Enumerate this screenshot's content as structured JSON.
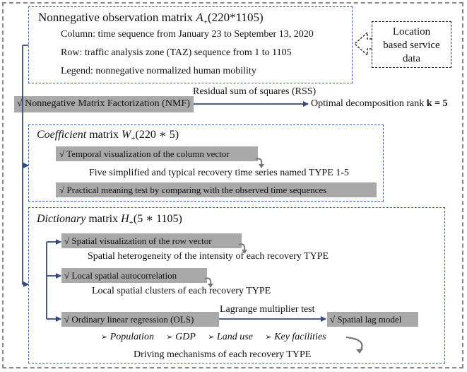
{
  "obs": {
    "title": "Nonnegative observation matrix",
    "symbol": "A",
    "subscript": "+",
    "dims": "(220*1105)",
    "column": "Column: time sequence from January 23 to September 13, 2020",
    "row": "Row: traffic analysis zone (TAZ) sequence from 1 to 1105",
    "legend": "Legend: nonnegative normalized human mobility"
  },
  "lbs": {
    "line1": "Location",
    "line2": "based service",
    "line3": "data"
  },
  "nmf": {
    "label": "√ Nonnegative Matrix Factorization (NMF)",
    "rss": "Residual sum of squares (RSS)",
    "optimal": "Optimal decomposition rank",
    "rank": "k = 5"
  },
  "coef": {
    "title_italic": "Coefficient",
    "title_rest": " matrix",
    "symbol": "W",
    "subscript": "+",
    "dims": "(220 ∗ 5)",
    "item1": "√ Temporal visualization of the column vector",
    "item1_note": "Five simplified and typical recovery time series named TYPE 1-5",
    "item2": "√ Practical meaning test by comparing with the observed time sequences"
  },
  "dict": {
    "title_italic": "Dictionary",
    "title_rest": " matrix",
    "symbol": "H",
    "subscript": "+",
    "dims": "(5 ∗ 1105)",
    "item1": "√ Spatial visualization of the row vector",
    "item1_note": "Spatial heterogeneity of the intensity of each recovery TYPE",
    "item2": "√ Local spatial autocorrelation",
    "item2_note": "Local spatial clusters of each recovery TYPE",
    "item3": "√ Ordinary linear regression (OLS)",
    "lm_test": "Lagrange multiplier test",
    "item4": "√ Spatial lag model",
    "factors": [
      "Population",
      "GDP",
      "Land use",
      "Key facilities"
    ],
    "bullet": "➢",
    "driving": "Driving mechanisms of each recovery TYPE"
  }
}
